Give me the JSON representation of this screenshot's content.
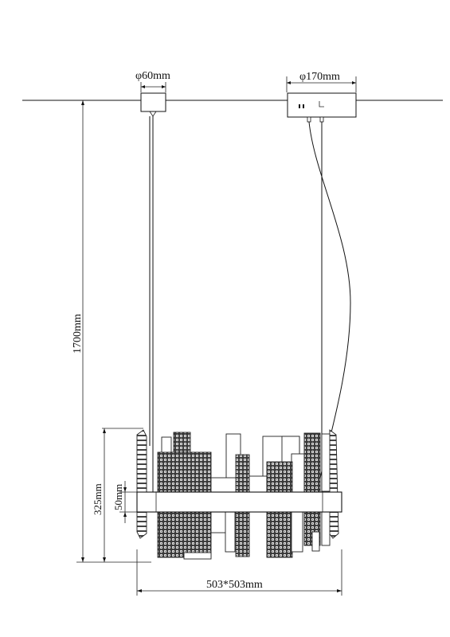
{
  "dimensions": {
    "canopy_small_diameter": "60mm",
    "canopy_large_diameter": "170mm",
    "overall_height": "1700mm",
    "body_height": "325mm",
    "band_height": "50mm",
    "width_depth": "503*503mm"
  },
  "symbols": {
    "diameter": "φ"
  },
  "colors": {
    "line": "#111111",
    "panel_pattern": "#2b2b2b",
    "background": "#ffffff"
  }
}
